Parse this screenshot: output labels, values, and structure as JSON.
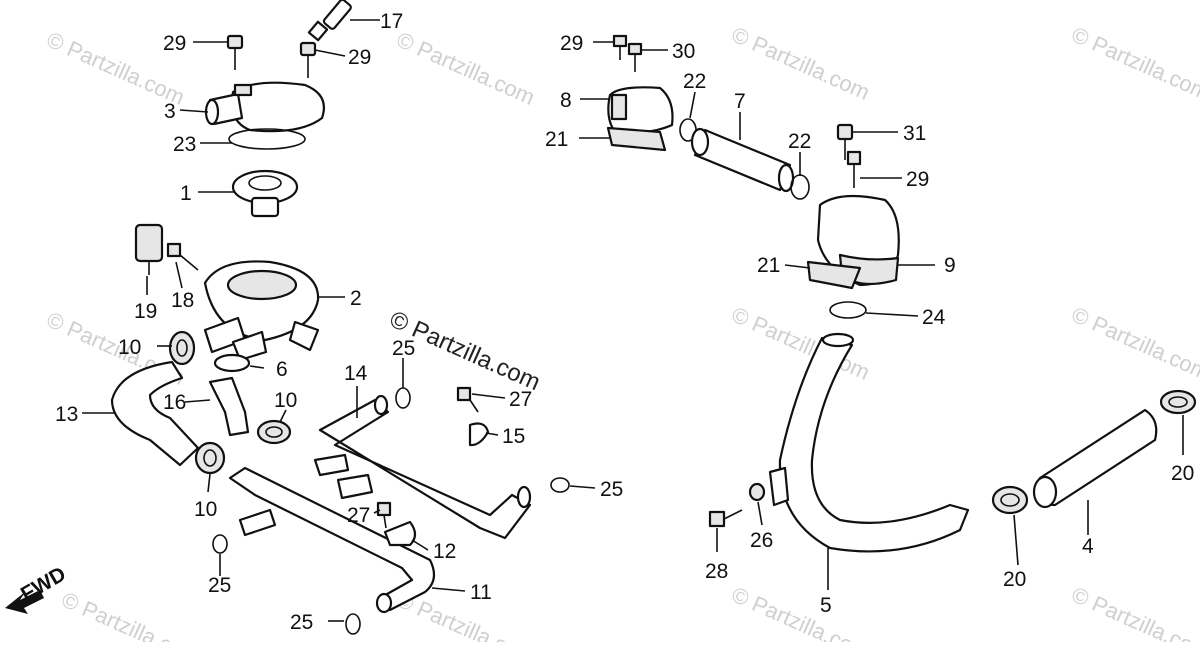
{
  "watermark": {
    "text": "© Partzilla.com",
    "center_text": "© Partzilla.com"
  },
  "fwd_label": "FWD",
  "callouts": {
    "c1": "1",
    "c2": "2",
    "c3": "3",
    "c4": "4",
    "c5": "5",
    "c6": "6",
    "c7": "7",
    "c8": "8",
    "c9": "9",
    "c10a": "10",
    "c10b": "10",
    "c10c": "10",
    "c11": "11",
    "c12": "12",
    "c13": "13",
    "c14": "14",
    "c15": "15",
    "c16": "16",
    "c17": "17",
    "c18": "18",
    "c19": "19",
    "c20a": "20",
    "c20b": "20",
    "c21a": "21",
    "c21b": "21",
    "c22a": "22",
    "c22b": "22",
    "c23": "23",
    "c24": "24",
    "c25a": "25",
    "c25b": "25",
    "c25c": "25",
    "c25d": "25",
    "c26": "26",
    "c27a": "27",
    "c27b": "27",
    "c28": "28",
    "c29a": "29",
    "c29b": "29",
    "c29c": "29",
    "c29d": "29",
    "c30": "30",
    "c31": "31"
  }
}
